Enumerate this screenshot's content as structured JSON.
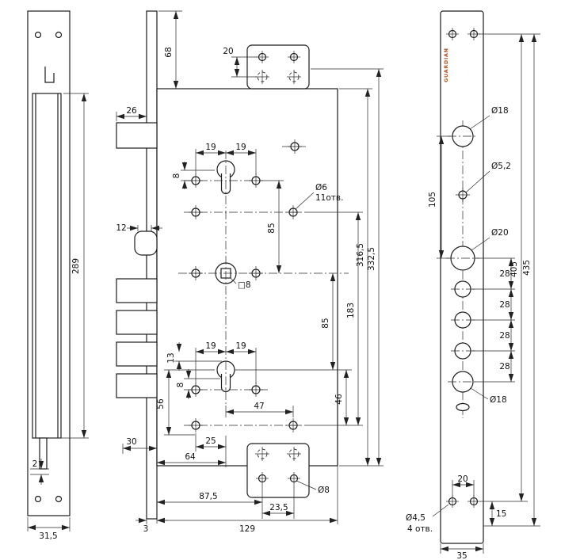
{
  "brand": {
    "name": "GUARDIAN",
    "color": "#b4531d"
  },
  "left": {
    "h289": "289",
    "d2": "2",
    "w315": "31,5"
  },
  "mid": {
    "d26": "26",
    "d68": "68",
    "d20": "20",
    "d19a": "19",
    "d19b": "19",
    "d8a": "8",
    "dia6": "Ø6",
    "n11": "11отв.",
    "d85a": "85",
    "d12": "12",
    "d3165": "316,5",
    "d3325": "332,5",
    "d183": "183",
    "d85b": "85",
    "sq8": "□8",
    "d19c": "19",
    "d19d": "19",
    "d13": "13",
    "d8b": "8",
    "d56": "56",
    "d46": "46",
    "d47": "47",
    "d30": "30",
    "d25": "25",
    "d64": "64",
    "d875": "87,5",
    "d235": "23,5",
    "dia8": "Ø8",
    "d3": "3",
    "d129": "129"
  },
  "right": {
    "d18a": "Ø18",
    "d52": "Ø5,2",
    "d105": "105",
    "d20c": "Ø20",
    "d28a": "28",
    "d28b": "28",
    "d28c": "28",
    "d28d": "28",
    "d405": "405",
    "d435": "435",
    "d18b": "Ø18",
    "d20h": "20",
    "d45": "Ø4,5",
    "n4": "4 отв.",
    "d15": "15",
    "d35": "35"
  }
}
